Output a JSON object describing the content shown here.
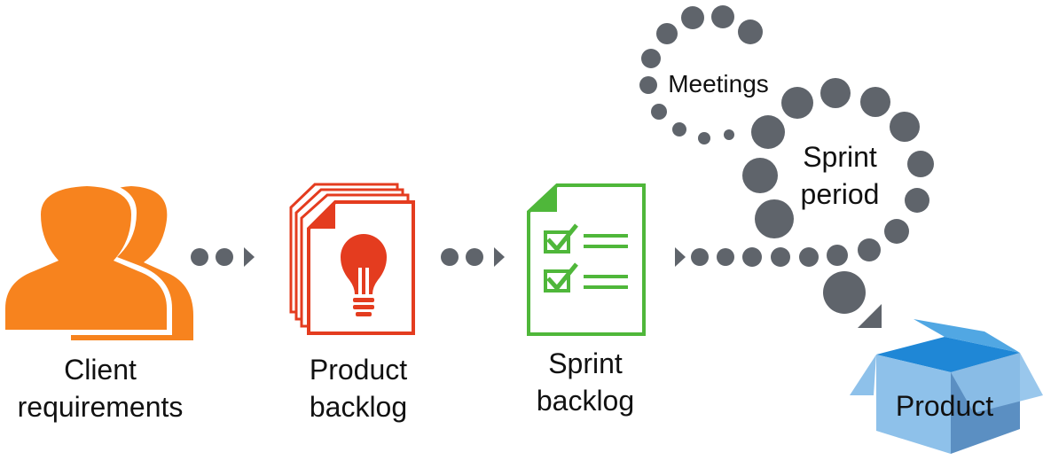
{
  "colors": {
    "dots": "#5f646b",
    "client": "#f7831e",
    "product_backlog": "#e43c1f",
    "sprint_backlog": "#4fb73a",
    "box_light": "#8ec1ea",
    "box_mid": "#3e9de0",
    "box_dark": "#5b8fc2",
    "box_inner": "#1f87d6"
  },
  "icons": {
    "client": "people-icon",
    "product_backlog": "lightbulb-documents-icon",
    "sprint_backlog": "checklist-document-icon",
    "product": "box-icon"
  },
  "labels": {
    "client": [
      "Client",
      "requirements"
    ],
    "product_backlog": [
      "Product",
      "backlog"
    ],
    "sprint_backlog": [
      "Sprint",
      "backlog"
    ],
    "meetings": "Meetings",
    "sprint_period": [
      "Sprint",
      "period"
    ],
    "product": "Product"
  }
}
